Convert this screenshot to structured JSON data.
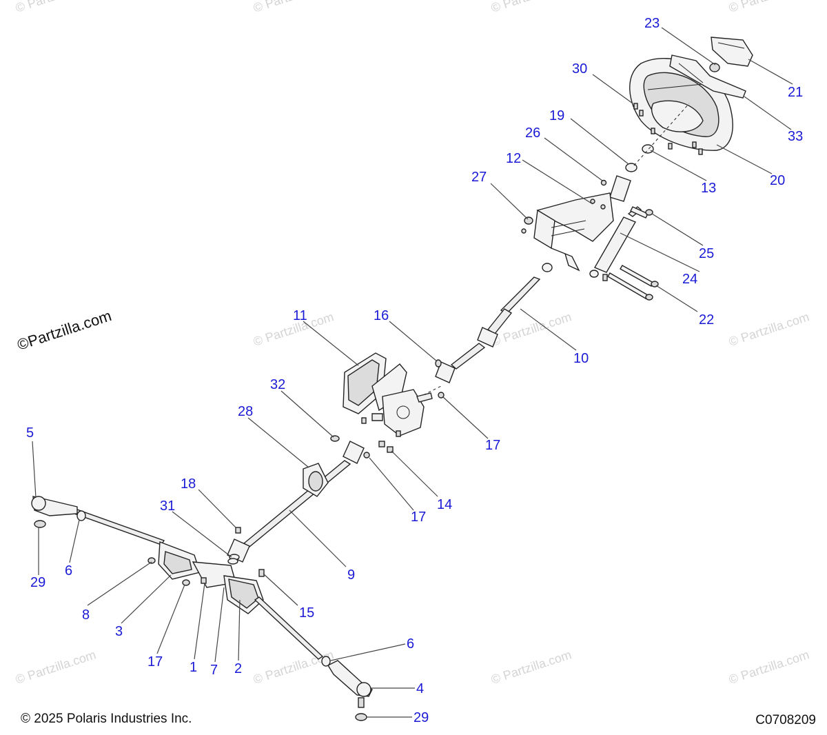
{
  "watermark": {
    "brand_text": "©Partzilla.com",
    "tile_text": "© Partzilla.com"
  },
  "footer": {
    "copyright": "© 2025 Polaris Industries Inc.",
    "diagram_code": "C0708209"
  },
  "callouts": {
    "c1": "1",
    "c2": "2",
    "c3": "3",
    "c4": "4",
    "c5": "5",
    "c6a": "6",
    "c6b": "6",
    "c7": "7",
    "c8": "8",
    "c9": "9",
    "c10": "10",
    "c11": "11",
    "c12": "12",
    "c13": "13",
    "c14": "14",
    "c15": "15",
    "c16": "16",
    "c17a": "17",
    "c17b": "17",
    "c17c": "17",
    "c18": "18",
    "c19": "19",
    "c20": "20",
    "c21": "21",
    "c22": "22",
    "c23": "23",
    "c24": "24",
    "c25": "25",
    "c26": "26",
    "c27": "27",
    "c28": "28",
    "c29a": "29",
    "c29b": "29",
    "c30": "30",
    "c31": "31",
    "c32": "32",
    "c33": "33"
  }
}
